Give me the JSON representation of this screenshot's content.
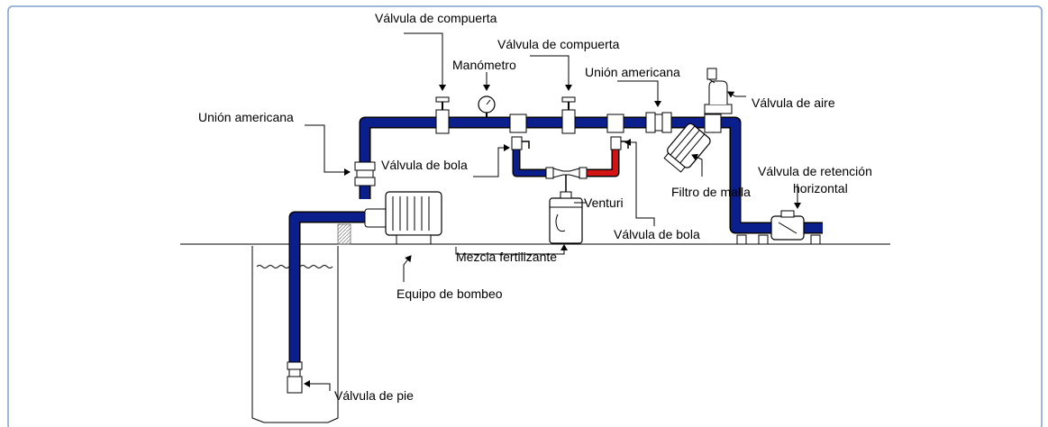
{
  "labels": {
    "gate_valve_1": "Válvula de compuerta",
    "gate_valve_2": "Válvula de compuerta",
    "pressure_gauge": "Manómetro",
    "union_top": "Unión americana",
    "air_valve": "Válvula de aire",
    "union_left": "Unión americana",
    "ball_valve_left": "Válvula de bola",
    "venturi": "Venturi",
    "mesh_filter": "Filtro de malla",
    "check_valve_line1": "Válvula de retención",
    "check_valve_line2": "horizontal",
    "ball_valve_right": "Válvula de bola",
    "fertilizer_mix": "Mezcla fertilizante",
    "pump": "Equipo de bombeo",
    "foot_valve": "Válvula de pie"
  },
  "colors": {
    "pipe": "#0a1e8c",
    "pipe_red": "#d41414",
    "frame_border": "#7f9fd0",
    "outline": "#000000"
  }
}
